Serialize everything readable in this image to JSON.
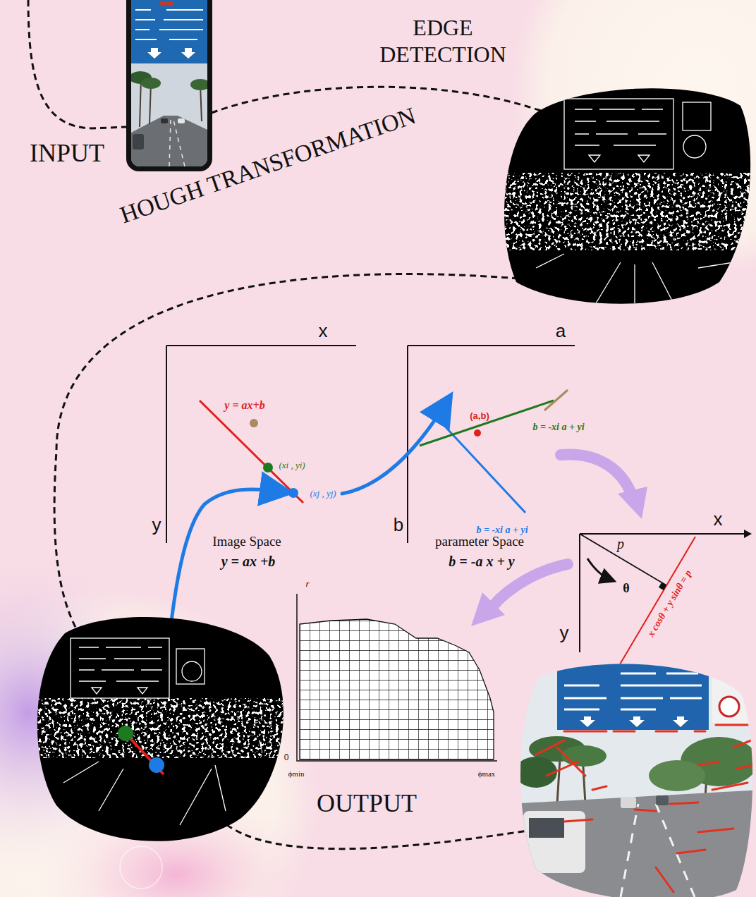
{
  "diagram": {
    "labels": [
      "EDGE DETECTION",
      "INPUT",
      "HOUGH TRANSFORMATION",
      "x",
      "y = ax+b",
      "(xi , yi)",
      "(xj , yj)",
      "y",
      "Image Space",
      "y = ax +b",
      "a",
      "(a,b)",
      "b = -xi a + yi",
      "b",
      "b = -xi a + yi",
      "parameter Space",
      "b = -a x + y",
      "x",
      "p",
      "θ",
      "y",
      "x cosθ + y sinθ = p",
      "r",
      "0",
      "ϕmin",
      "ϕmax",
      "OUTPUT"
    ]
  }
}
